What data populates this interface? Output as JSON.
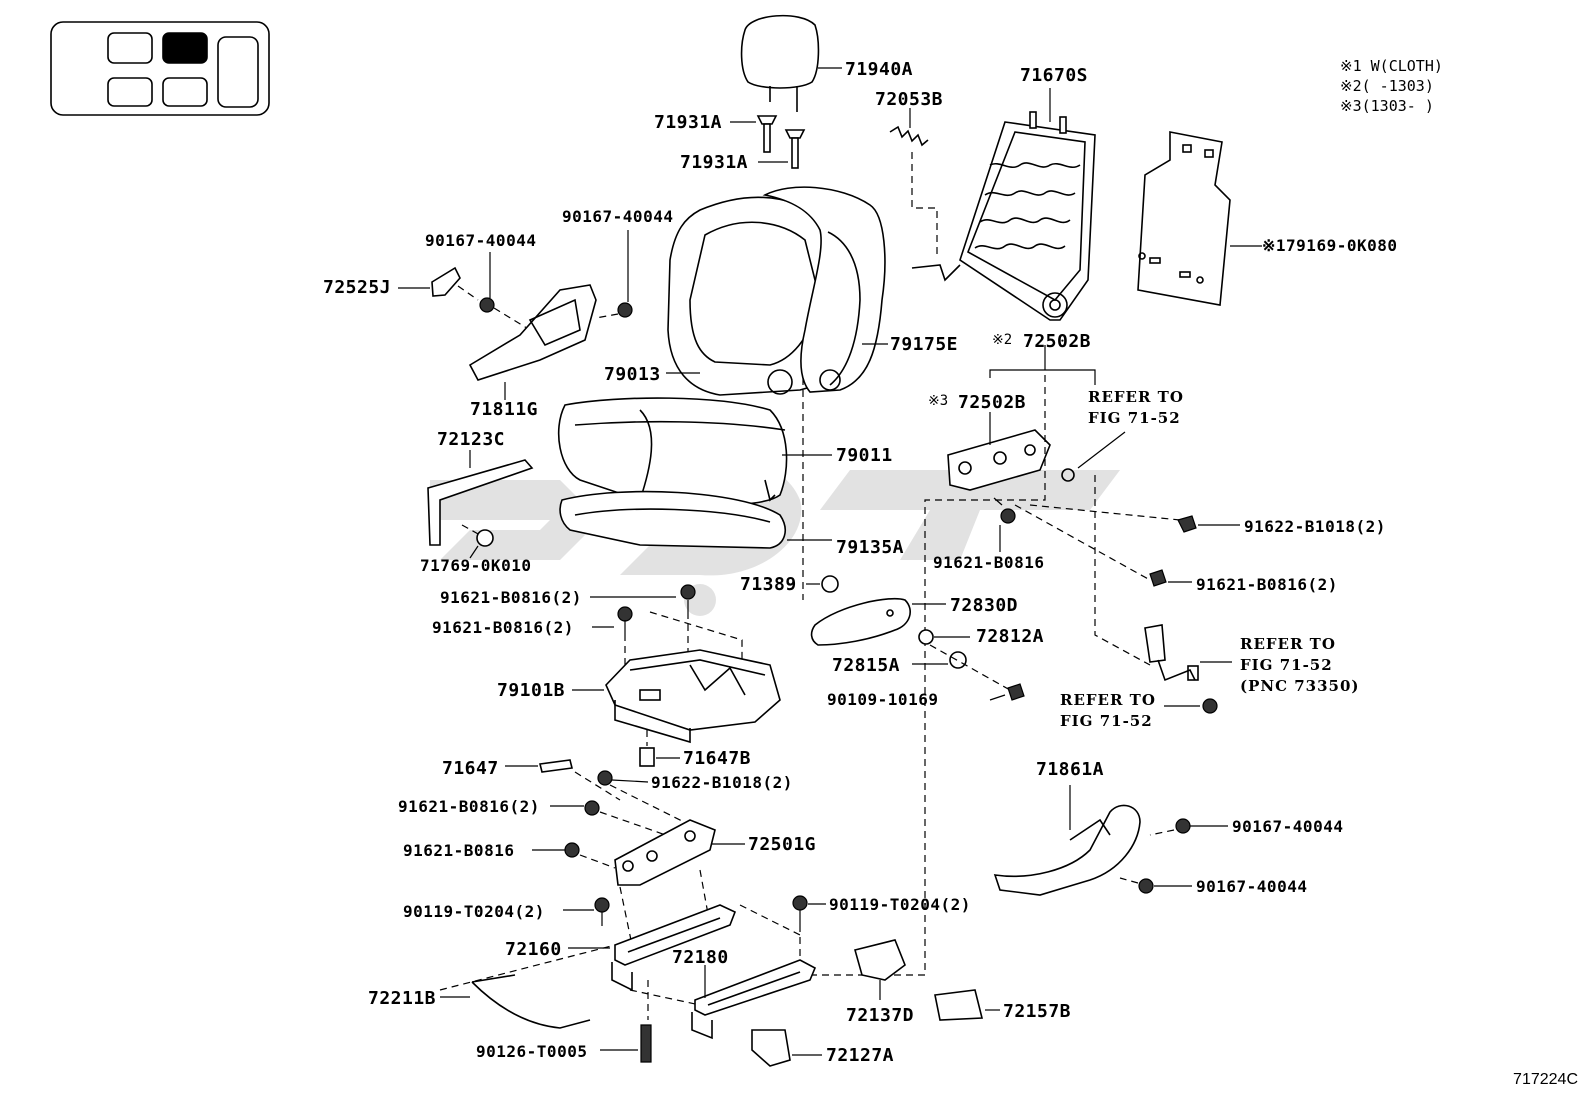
{
  "notes": [
    "※1 W(CLOTH)",
    "※2(      -1303)",
    "※3(1303-      )"
  ],
  "labels": {
    "p71940A": "71940A",
    "p71931A_1": "71931A",
    "p71931A_2": "71931A",
    "p72053B": "72053B",
    "p71670S": "71670S",
    "p79169": "※179169-0K080",
    "p90167_left": "90167-40044",
    "p90167_mid": "90167-40044",
    "p72525J": "72525J",
    "p71811G": "71811G",
    "p79175E": "79175E",
    "p79013": "79013",
    "p72502B_top": "72502B",
    "p72502B_mid": "72502B",
    "p72123C": "72123C",
    "p79011": "79011",
    "p71769": "71769-0K010",
    "p79135A": "79135A",
    "p91621_b1": "91621-B0816",
    "p91622_r": "91622-B1018(2)",
    "p91621_r": "91621-B0816(2)",
    "p71389": "71389",
    "p91621_l1": "91621-B0816(2)",
    "p91621_l2": "91621-B0816(2)",
    "p72830D": "72830D",
    "p72812A": "72812A",
    "p72815A": "72815A",
    "p79101B": "79101B",
    "p90109": "90109-10169",
    "p71647B": "71647B",
    "p71647": "71647",
    "p91622_l": "91622-B1018(2)",
    "p71861A": "71861A",
    "p91621_l3": "91621-B0816(2)",
    "p72501G": "72501G",
    "p90167_r1": "90167-40044",
    "p91621_l4": "91621-B0816",
    "p90167_r2": "90167-40044",
    "p90119_l": "90119-T0204(2)",
    "p90119_r": "90119-T0204(2)",
    "p72160": "72160",
    "p72180": "72180",
    "p72211B": "72211B",
    "p72137D": "72137D",
    "p72157B": "72157B",
    "p90126": "90126-T0005",
    "p72127A": "72127A"
  },
  "marks": {
    "m2": "※2",
    "m3": "※3"
  },
  "refers": {
    "r1": "REFER TO\nFIG 71-52",
    "r2": "REFER TO\nFIG 71-52\n(PNC 73350)",
    "r3": "REFER TO\nFIG 71-52"
  },
  "figure_code": "717224C"
}
